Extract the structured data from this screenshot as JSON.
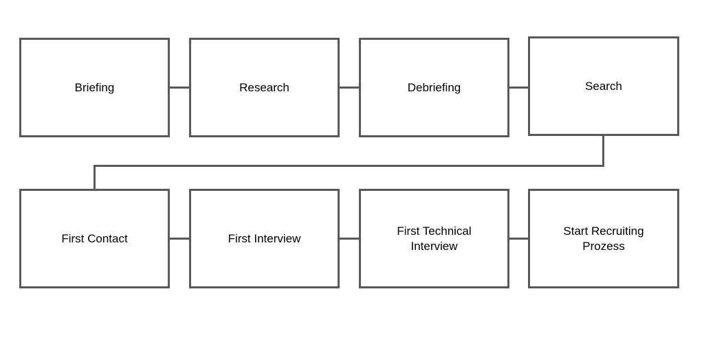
{
  "diagram": {
    "type": "flowchart",
    "background_color": "#ffffff",
    "node_border_color": "#595959",
    "node_fill_color": "#ffffff",
    "connector_color": "#595959",
    "text_color": "#000000"
  },
  "nodes": [
    {
      "id": "briefing",
      "label": "Briefing"
    },
    {
      "id": "research",
      "label": "Research"
    },
    {
      "id": "debriefing",
      "label": "Debriefing"
    },
    {
      "id": "search",
      "label": "Search"
    },
    {
      "id": "first-contact",
      "label": "First Contact"
    },
    {
      "id": "first-interview",
      "label": "First Interview"
    },
    {
      "id": "first-technical-interview",
      "label": "First Technical\nInterview"
    },
    {
      "id": "start-recruiting-prozess",
      "label": "Start Recruiting\nProzess"
    }
  ],
  "connections": [
    {
      "from": "Briefing",
      "to": "Research"
    },
    {
      "from": "Research",
      "to": "Debriefing"
    },
    {
      "from": "Debriefing",
      "to": "Search"
    },
    {
      "from": "Search",
      "to": "First Contact"
    },
    {
      "from": "First Contact",
      "to": "First Interview"
    },
    {
      "from": "First Interview",
      "to": "First Technical Interview"
    },
    {
      "from": "First Technical Interview",
      "to": "Start Recruiting Prozess"
    }
  ]
}
